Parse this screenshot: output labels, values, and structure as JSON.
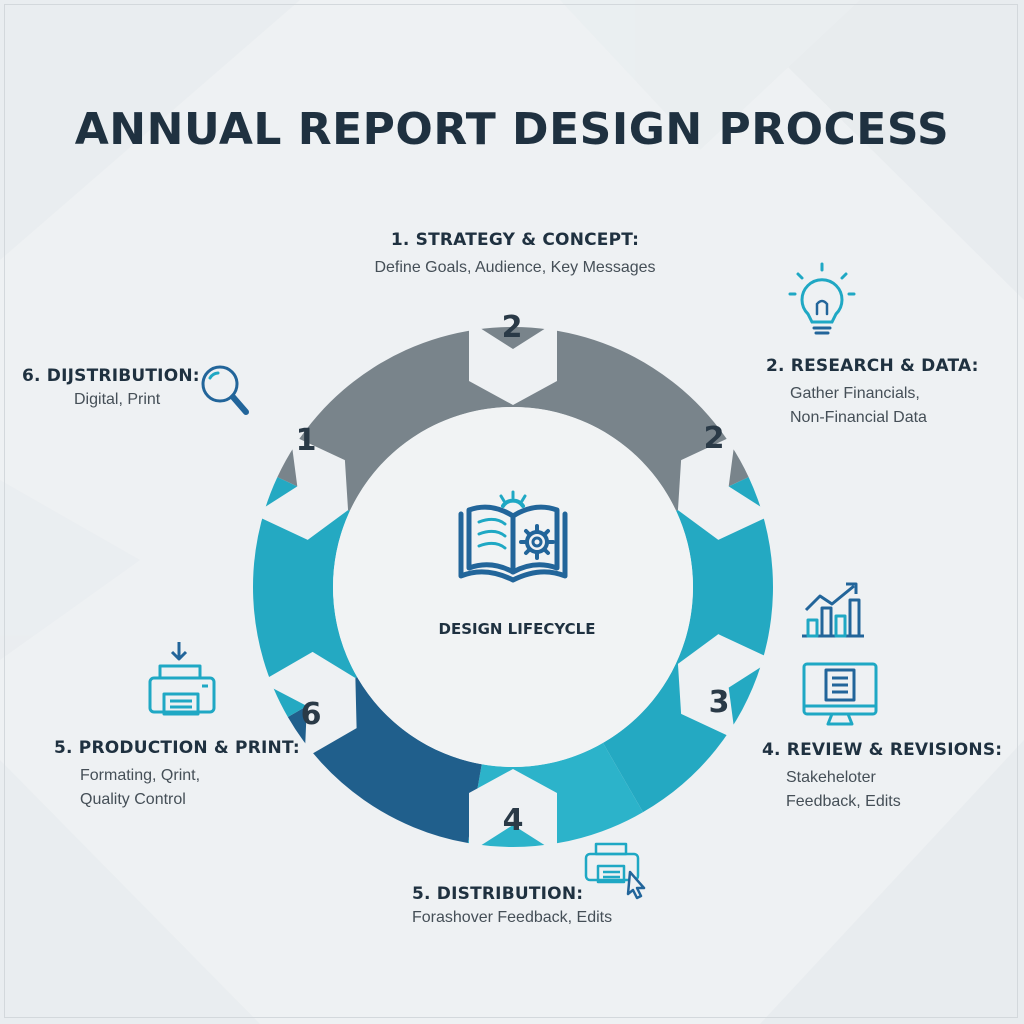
{
  "title": "ANNUAL REPORT DESIGN PROCESS",
  "center_label": "DESIGN LIFECYCLE",
  "stages": [
    {
      "heading": "1. STRATEGY & CONCEPT:",
      "lines": [
        "Define Goals, Audience, Key Messages"
      ]
    },
    {
      "heading": "2. RESEARCH & DATA:",
      "lines": [
        "Gather Financials,",
        "Non-Financial Data"
      ]
    },
    {
      "heading": "4. REVIEW & REVISIONS:",
      "lines": [
        "Stakeheloter",
        "Feedback, Edits"
      ]
    },
    {
      "heading": "5. DISTRIBUTION:",
      "lines": [
        "Forashover Feedback, Edits"
      ]
    },
    {
      "heading": "5. PRODUCTION & PRINT:",
      "lines": [
        "Formating, Qrint,",
        "Quality Control"
      ]
    },
    {
      "heading": "6. DIJSTRIBUTION:",
      "lines": [
        "Digital, Print"
      ]
    }
  ],
  "step_numbers": [
    "2",
    "2",
    "3",
    "4",
    "6",
    "1"
  ],
  "colors": {
    "gray": "#79848b",
    "teal": "#24a9c2",
    "teal_light": "#2cb3ca",
    "blue": "#205f8c",
    "text_dark": "#1f3140",
    "icon_blue": "#22659a",
    "icon_teal": "#1fa8c4"
  },
  "icons": [
    "book-gear-icon",
    "lightbulb-icon",
    "bar-chart-icon",
    "monitor-document-icon",
    "printer-icon",
    "printer-cursor-icon",
    "magnifier-icon"
  ]
}
